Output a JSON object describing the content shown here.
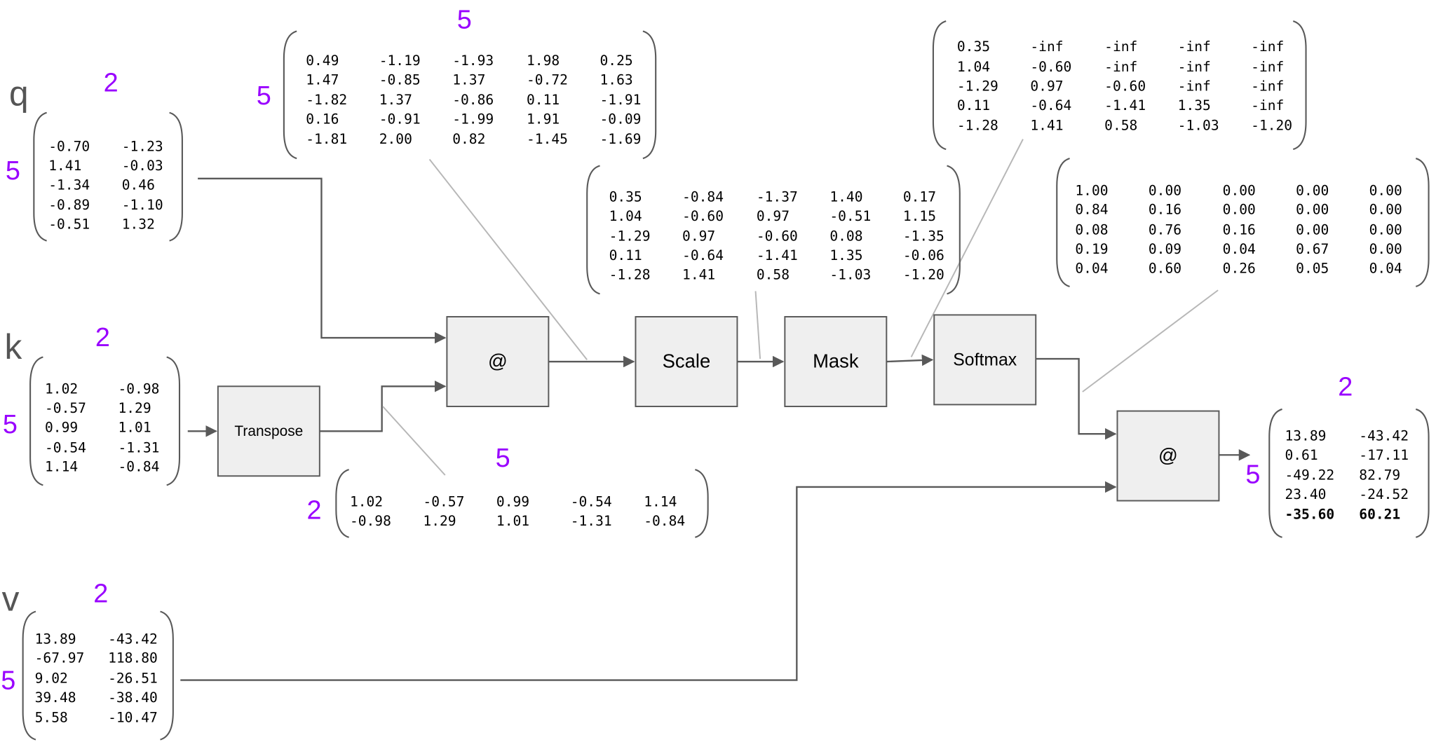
{
  "variables": {
    "q": "q",
    "k": "k",
    "v": "v"
  },
  "operations": {
    "matmul1": "@",
    "transpose": "Transpose",
    "scale": "Scale",
    "mask": "Mask",
    "softmax": "Softmax",
    "matmul2": "@"
  },
  "colors": {
    "dimension_label": "#9900ff",
    "op_fill": "#efefef",
    "wire": "#595959",
    "leader": "#b7b7b7"
  },
  "matrices": {
    "q": {
      "rows_label": "5",
      "cols_label": "2",
      "values": [
        [
          "-0.70",
          "-1.23"
        ],
        [
          "1.41",
          "-0.03"
        ],
        [
          "-1.34",
          "0.46"
        ],
        [
          "-0.89",
          "-1.10"
        ],
        [
          "-0.51",
          "1.32"
        ]
      ]
    },
    "k": {
      "rows_label": "5",
      "cols_label": "2",
      "values": [
        [
          "1.02",
          "-0.98"
        ],
        [
          "-0.57",
          "1.29"
        ],
        [
          "0.99",
          "1.01"
        ],
        [
          "-0.54",
          "-1.31"
        ],
        [
          "1.14",
          "-0.84"
        ]
      ]
    },
    "v": {
      "rows_label": "5",
      "cols_label": "2",
      "values": [
        [
          "13.89",
          "-43.42"
        ],
        [
          "-67.97",
          "118.80"
        ],
        [
          "9.02",
          "-26.51"
        ],
        [
          "39.48",
          "-38.40"
        ],
        [
          "5.58",
          "-10.47"
        ]
      ]
    },
    "k_transposed": {
      "rows_label": "2",
      "cols_label": "5",
      "values": [
        [
          "1.02",
          "-0.57",
          "0.99",
          "-0.54",
          "1.14"
        ],
        [
          "-0.98",
          "1.29",
          "1.01",
          "-1.31",
          "-0.84"
        ]
      ]
    },
    "scores": {
      "rows_label": "5",
      "cols_label": "5",
      "values": [
        [
          "0.49",
          "-1.19",
          "-1.93",
          "1.98",
          "0.25"
        ],
        [
          "1.47",
          "-0.85",
          "1.37",
          "-0.72",
          "1.63"
        ],
        [
          "-1.82",
          "1.37",
          "-0.86",
          "0.11",
          "-1.91"
        ],
        [
          "0.16",
          "-0.91",
          "-1.99",
          "1.91",
          "-0.09"
        ],
        [
          "-1.81",
          "2.00",
          "0.82",
          "-1.45",
          "-1.69"
        ]
      ]
    },
    "scaled": {
      "values": [
        [
          "0.35",
          "-0.84",
          "-1.37",
          "1.40",
          "0.17"
        ],
        [
          "1.04",
          "-0.60",
          "0.97",
          "-0.51",
          "1.15"
        ],
        [
          "-1.29",
          "0.97",
          "-0.60",
          "0.08",
          "-1.35"
        ],
        [
          "0.11",
          "-0.64",
          "-1.41",
          "1.35",
          "-0.06"
        ],
        [
          "-1.28",
          "1.41",
          "0.58",
          "-1.03",
          "-1.20"
        ]
      ]
    },
    "masked": {
      "values": [
        [
          "0.35",
          "-inf",
          "-inf",
          "-inf",
          "-inf"
        ],
        [
          "1.04",
          "-0.60",
          "-inf",
          "-inf",
          "-inf"
        ],
        [
          "-1.29",
          "0.97",
          "-0.60",
          "-inf",
          "-inf"
        ],
        [
          "0.11",
          "-0.64",
          "-1.41",
          "1.35",
          "-inf"
        ],
        [
          "-1.28",
          "1.41",
          "0.58",
          "-1.03",
          "-1.20"
        ]
      ]
    },
    "softmax": {
      "values": [
        [
          "1.00",
          "0.00",
          "0.00",
          "0.00",
          "0.00"
        ],
        [
          "0.84",
          "0.16",
          "0.00",
          "0.00",
          "0.00"
        ],
        [
          "0.08",
          "0.76",
          "0.16",
          "0.00",
          "0.00"
        ],
        [
          "0.19",
          "0.09",
          "0.04",
          "0.67",
          "0.00"
        ],
        [
          "0.04",
          "0.60",
          "0.26",
          "0.05",
          "0.04"
        ]
      ]
    },
    "output": {
      "rows_label": "5",
      "cols_label": "2",
      "bold_last_row": true,
      "values": [
        [
          "13.89",
          "-43.42"
        ],
        [
          "0.61",
          "-17.11"
        ],
        [
          "-49.22",
          "82.79"
        ],
        [
          "23.40",
          "-24.52"
        ],
        [
          "-35.60",
          "60.21"
        ]
      ]
    }
  }
}
